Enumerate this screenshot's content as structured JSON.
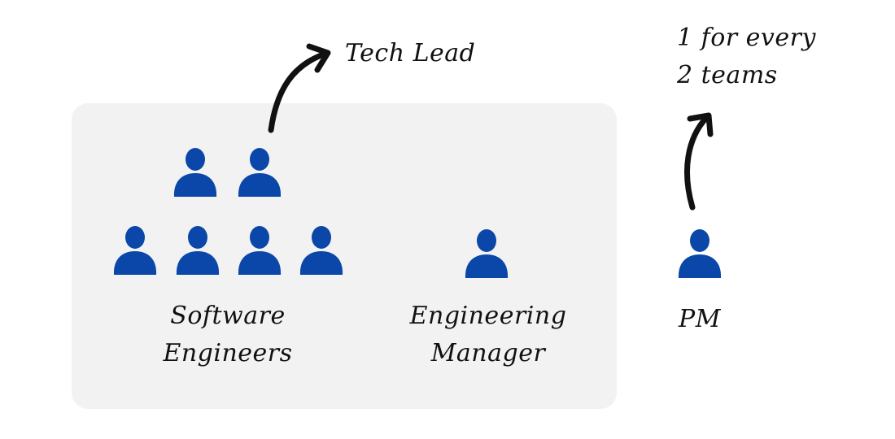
{
  "diagram": {
    "colors": {
      "person": "#0a47a8",
      "team_box": "#f2f2f2",
      "ink": "#111111"
    },
    "nodes": {
      "software_engineers": {
        "line1": "Software",
        "line2": "Engineers",
        "icon": "person-icon",
        "count": 6
      },
      "engineering_manager": {
        "line1": "Engineering",
        "line2": "Manager",
        "icon": "person-icon",
        "count": 1
      },
      "pm": {
        "label": "PM",
        "icon": "person-icon",
        "count": 1
      }
    },
    "annotations": {
      "tech_lead": "Tech Lead",
      "pm_ratio_line1": "1 for every",
      "pm_ratio_line2": "2 teams"
    }
  }
}
